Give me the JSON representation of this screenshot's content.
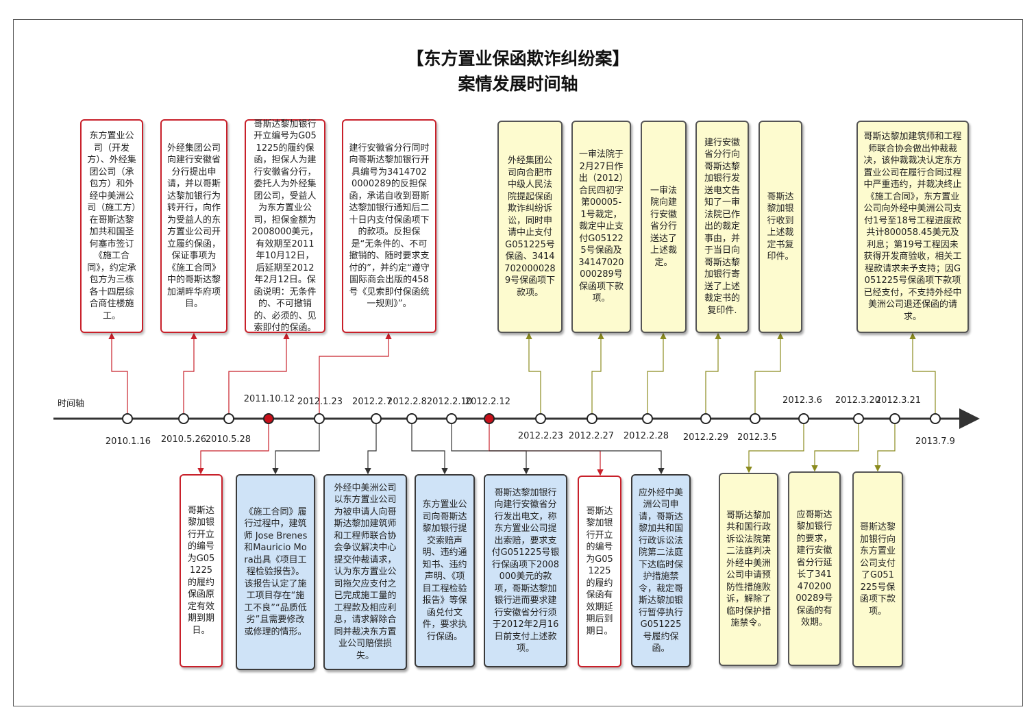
{
  "title_line1": "【东方置业保函欺诈纠纷案】",
  "title_line2": "案情发展时间轴",
  "axis_label": "时间轴",
  "dates": [
    "2010.1.16",
    "2010.5.26",
    "2010.5.28",
    "2011.10.12",
    "2012.1.23",
    "2012.2.7",
    "2012.2.8",
    "2012.2.10",
    "2012.2.12",
    "2012.2.23",
    "2012.2.27",
    "2012.2.28",
    "2012.2.29",
    "2012.3.5",
    "2012.3.6",
    "2012.3.20",
    "2012.3.21",
    "2013.7.9"
  ],
  "top_events": [
    "东方置业公司（开发方）、外经集团公司（承包方）和外经中美洲公司（施工方）在哥斯达黎加共和国圣何塞市签订《施工合同》，约定承包方为三栋各十四层综合商住楼施工。",
    "外经集团公司向建行安徽省分行提出申请，并以哥斯达黎加银行为转开行，向作为受益人的东方置业公司开立履约保函，保证事项为《施工合同》中的哥斯达黎加湖畔华府项目。",
    "哥斯达黎加银行开立编号为G051225的履约保函，担保人为建行安徽省分行，委托人为外经集团公司，受益人为东方置业公司，担保金额为2008000美元，有效期至2011年10月12日，后延期至2012年2月12日。保函说明：无条件的、不可撤销的、必须的、见索即付的保函。",
    "建行安徽省分行同时向哥斯达黎加银行开具编号为34147020000289的反担保函，承诺自收到哥斯达黎加银行通知后二十日内支付保函项下的款项。反担保是“无条件的、不可撤销的、随时要求支付的”，并约定“遵守国际商会出版的458号《见索即付保函统一规则》”。",
    "外经集团公司向合肥市中级人民法院提起保函欺诈纠纷诉讼，同时申请中止支付G051225号保函、34147020000289号保函项下款项。",
    "一审法院于2月27日作出（2012）合民四初字第00005-1号裁定，裁定中止支付G051225号保函及34147020000289号保函项下款项。",
    "一审法院向建行安徽省分行送达了上述裁定。",
    "建行安徽省分行向哥斯达黎加银行发送电文告知了一审法院已作出的裁定事由，并于当日向哥斯达黎加银行寄送了上述裁定书的复印件.",
    "哥斯达黎加银行收到上述裁定书复印件。",
    "哥斯达黎加建筑师和工程师联合协会做出仲裁裁决，该仲裁裁决认定东方置业公司在履行合同过程中严重违约，并裁决终止《施工合同》，东方置业公司向外经中美洲公司支付1号至18号工程进度款共计800058.45美元及利息；第19号工程因未获得开发商验收，相关工程款请求未予支持；因G051225号保函项下款项已经支付，不支持外经中美洲公司退还保函的请求。"
  ],
  "bottom_events": [
    "哥斯达黎加银行开立的编号为G051225的履约保函原定有效期到期日。",
    "《施工合同》履行过程中，建筑师 Jose Brenes和Mauricio Mora出具《项目工程检验报告》。该报告认定了施工项目存在“施工不良”“品质低劣”且需要修改或修理的情形。",
    "外经中美洲公司以东方置业公司为被申请人向哥斯达黎加建筑师和工程师联合协会争议解决中心提交仲裁请求，认为东方置业公司拖欠应支付之已完成施工量的工程款及相应利息，请求解除合同并裁决东方置业公司赔偿损失。",
    "东方置业公司向哥斯达黎加银行提交索赔声明、违约通知书、违约声明、《项目工程检验报告》等保函兑付文件，要求执行保函。",
    "哥斯达黎加银行向建行安徽省分行发出电文，称东方置业公司提出索赔，要求支付G051225号银行保函项下2008000美元的款项，哥斯达黎加银行进而要求建行安徽省分行须于2012年2月16日前支付上述款项。",
    "哥斯达黎加银行开立的编号为G051225的履约保函有效期延期后到期日。",
    "应外经中美洲公司申请，哥斯达黎加共和国行政诉讼法院第二法庭下达临时保护措施禁令，裁定哥斯达黎加银行暂停执行G051225号履约保函。",
    "哥斯达黎加共和国行政诉讼法院第二法庭判决外经中美洲公司申请预防性措施败诉，解除了临时保护措施禁令。",
    "应哥斯达黎加银行的要求，建行安徽省分行延长了34147020000289号保函的有效期。",
    "哥斯达黎加银行向东方置业公司支付了G051225号保函项下款项。"
  ],
  "colors": {
    "red_border": "#c8202a",
    "olive_link": "#8b8b1e",
    "olive_fill": "#fdfbcf",
    "blue_fill": "#cfe3f7",
    "highlight_node": "#c8101a"
  }
}
